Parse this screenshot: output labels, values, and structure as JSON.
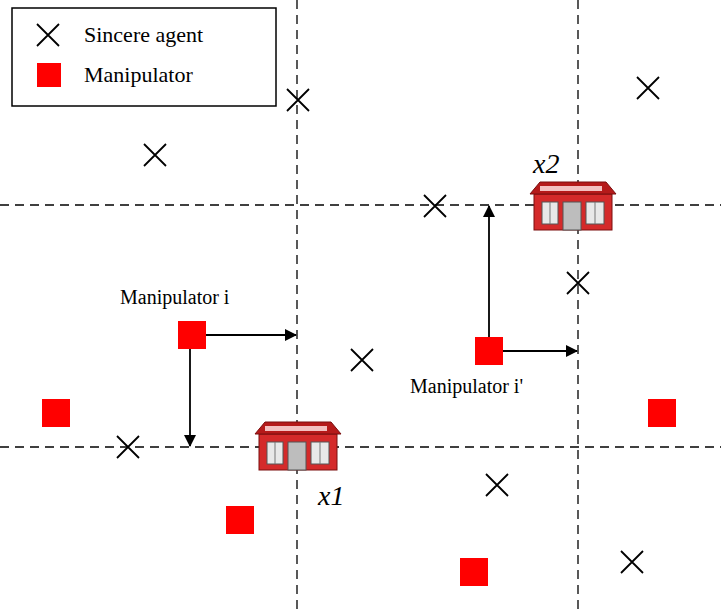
{
  "diagram": {
    "labels": [
      "Manipulator i",
      "Manipulator i'",
      "x1",
      "x2"
    ],
    "legend": [
      {
        "text": "Sincere agent"
      },
      {
        "text": "Manipulator",
        "color": "#ff0000"
      }
    ]
  }
}
